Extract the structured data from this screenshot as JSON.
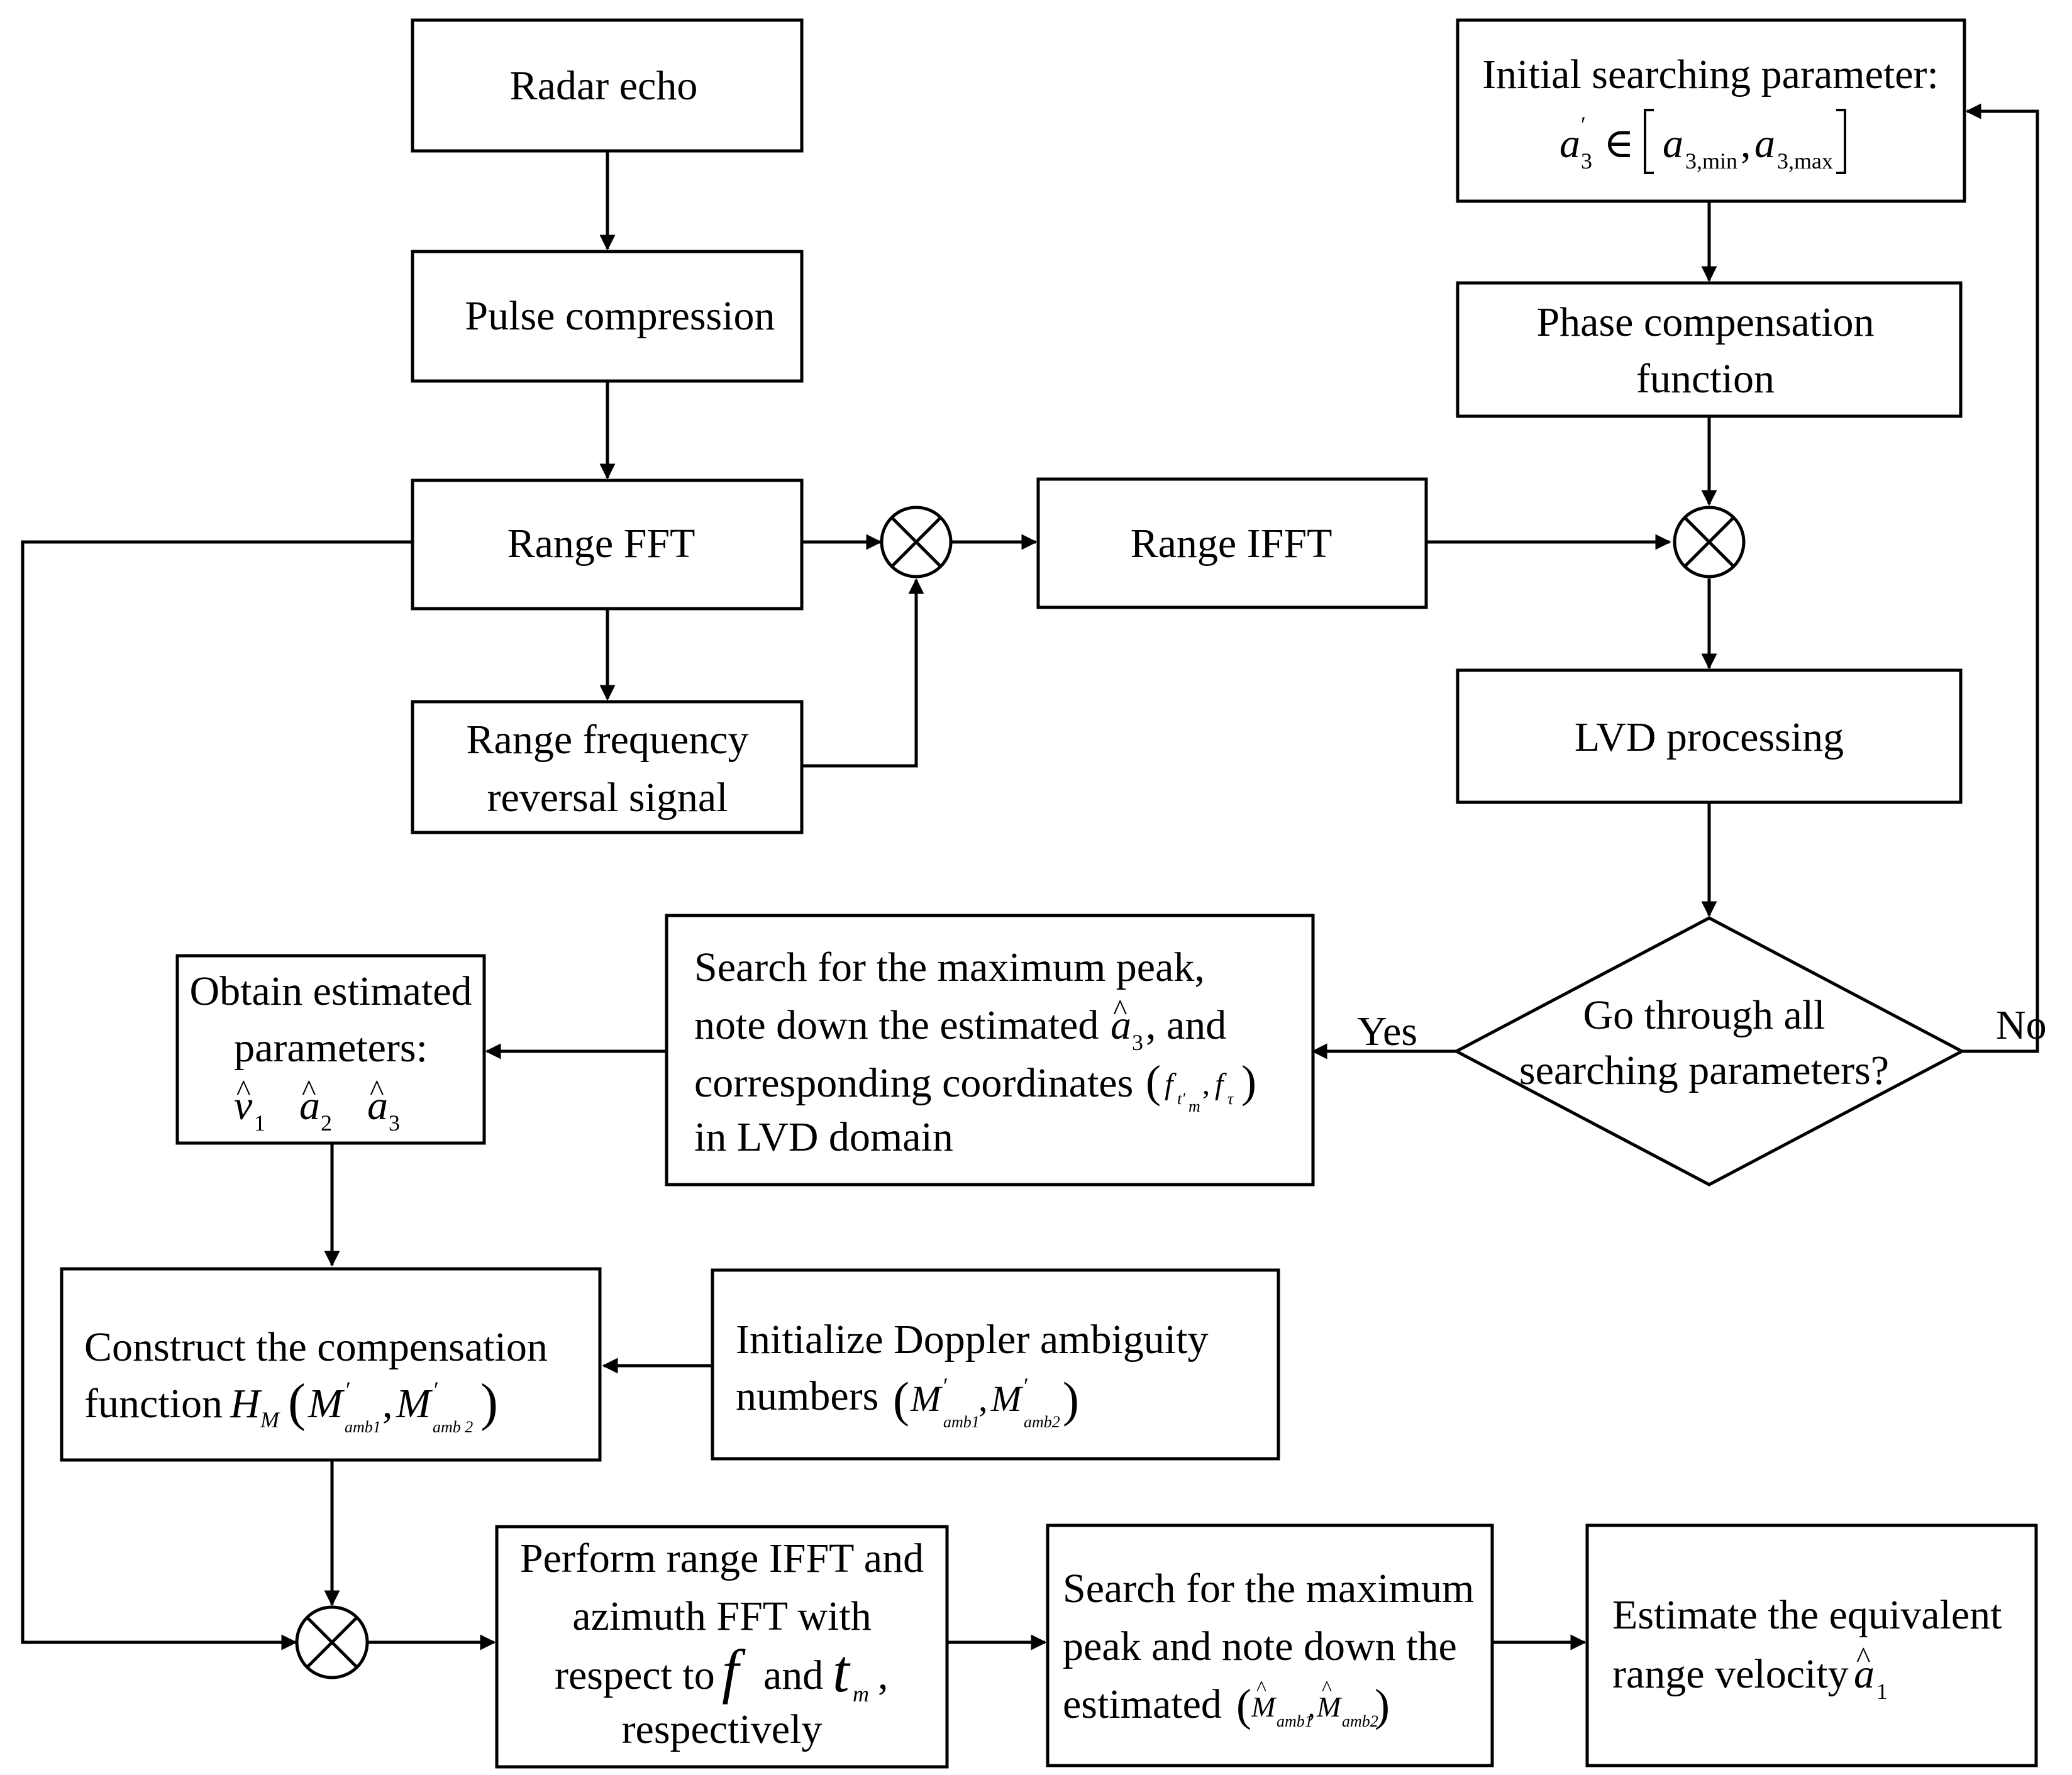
{
  "nodes": {
    "radar_echo": "Radar echo",
    "pulse_compression": "Pulse compression",
    "range_fft": "Range FFT",
    "range_freq_reversal": [
      "Range frequency",
      "reversal signal"
    ],
    "range_ifft": "Range IFFT",
    "initial_search": {
      "line1": "Initial searching parameter:",
      "formula": "a′₃ ∈ [a₃,min , a₃,max]"
    },
    "phase_compensation": [
      "Phase compensation",
      "function"
    ],
    "lvd_processing": "LVD processing",
    "decision": [
      "Go through all",
      "searching parameters?"
    ],
    "search_max_peak": {
      "line1": "Search for the maximum peak,",
      "line2": "note down the estimated",
      "line2_symbol": "â₃",
      "line2_tail": ", and",
      "line3": "corresponding coordinates",
      "line3_formula": "(f_t′m , f_τ)",
      "line4": "in LVD domain"
    },
    "obtain_params": {
      "line1": "Obtain estimated",
      "line2": "parameters:",
      "symbols": [
        "v̂₁",
        "â₂",
        "â₃"
      ]
    },
    "construct_comp": {
      "line1": "Construct the compensation",
      "line2": "function",
      "formula": "H_M (M′amb1 , M′amb2)"
    },
    "init_doppler": {
      "line1": "Initialize Doppler ambiguity",
      "line2": "numbers",
      "formula": "(M′amb1 , M′amb2)"
    },
    "perform_ifft": {
      "line1": "Perform range IFFT and",
      "line2": "azimuth FFT with",
      "line3a": "respect to",
      "sym_f": "f",
      "line3b": "and",
      "sym_tm": "t_m",
      "line3c": ",",
      "line4": "respectively"
    },
    "search_peak2": {
      "line1": "Search for the maximum",
      "line2": "peak and note down the",
      "line3": "estimated",
      "formula": "(M̂amb1 , M̂amb2)"
    },
    "estimate_velocity": {
      "line1": "Estimate the equivalent",
      "line2": "range velocity",
      "symbol": "â₁"
    }
  },
  "edge_labels": {
    "yes": "Yes",
    "no": "No"
  }
}
